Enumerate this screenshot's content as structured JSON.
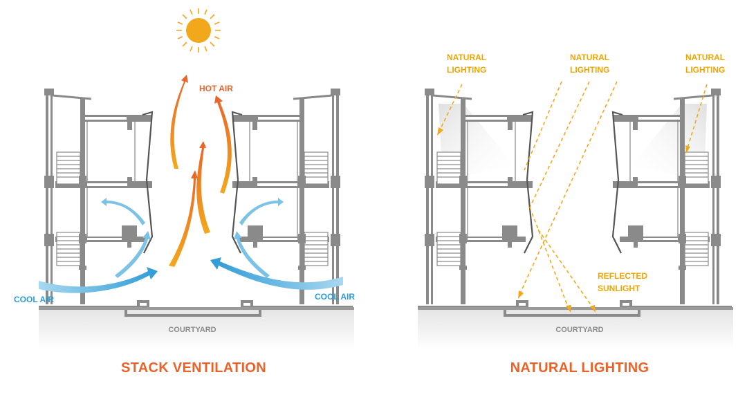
{
  "colors": {
    "orange": "#e8632a",
    "gold": "#f2a81d",
    "yellow_label": "#f0a500",
    "blue": "#2e9bd6",
    "light_blue": "#a8d8f0",
    "wall": "#8a8a8a",
    "ground": "#ececec",
    "line": "#555555"
  },
  "left_diagram": {
    "title": "STACK VENTILATION",
    "hot_air": "HOT AIR",
    "cool_air_left": "COOL AIR",
    "cool_air_right": "COOL AIR",
    "courtyard": "COURTYARD"
  },
  "right_diagram": {
    "title": "NATURAL LIGHTING",
    "natural_lighting_left_1": "NATURAL",
    "natural_lighting_left_2": "LIGHTING",
    "natural_lighting_mid_1": "NATURAL",
    "natural_lighting_mid_2": "LIGHTING",
    "natural_lighting_right_1": "NATURAL",
    "natural_lighting_right_2": "LIGHTING",
    "reflected_1": "REFLECTED",
    "reflected_2": "SUNLIGHT",
    "courtyard": "COURTYARD"
  },
  "icons": [
    "sun-icon"
  ]
}
